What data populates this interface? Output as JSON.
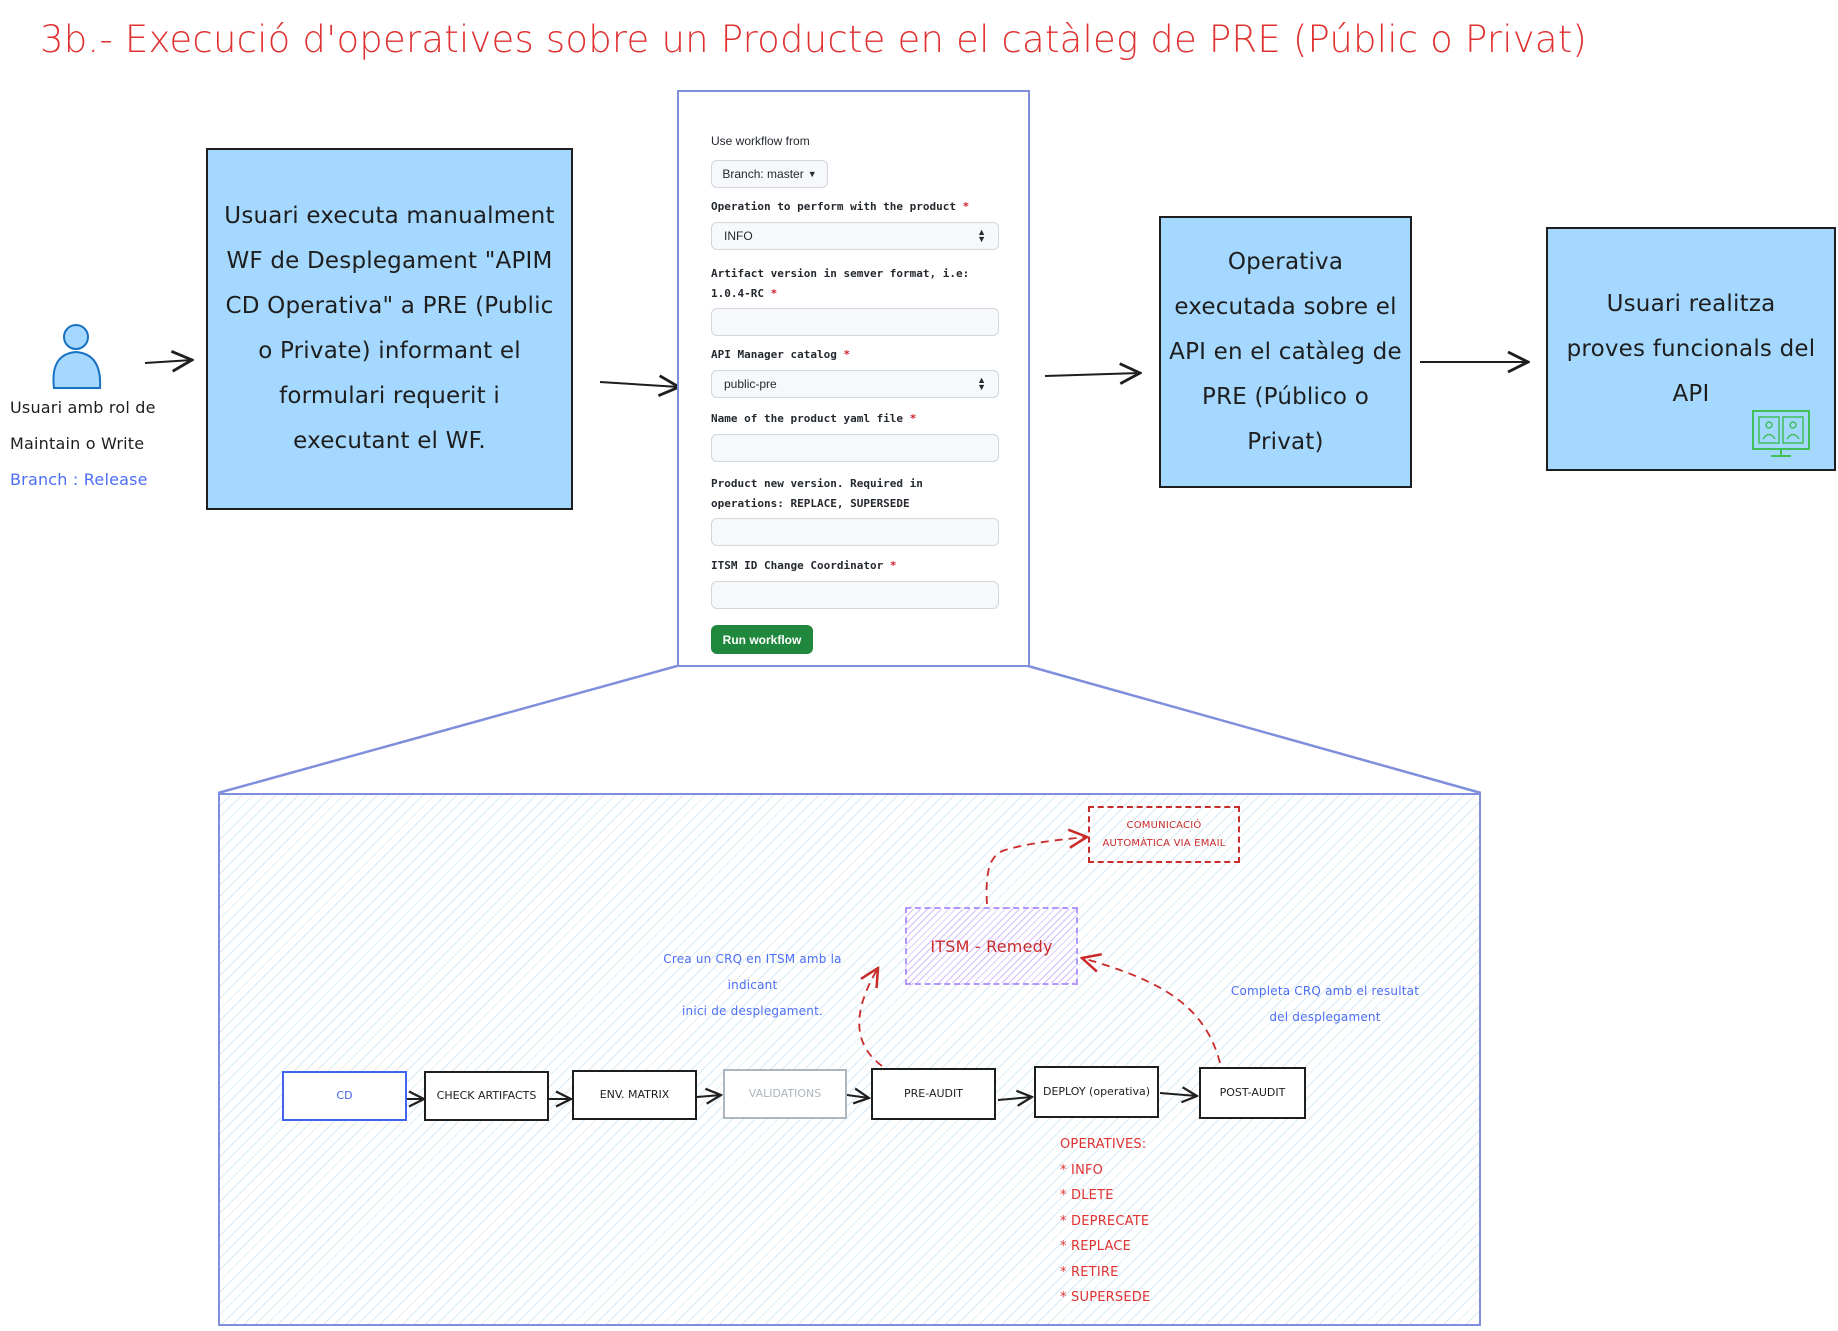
{
  "title": "3b.- Execució d'operatives sobre un Producte en el catàleg de PRE (Públic o Privat)",
  "user": {
    "icon": "user-icon",
    "role_line1": "Usuari amb rol de",
    "role_line2": "Maintain o Write",
    "branch": "Branch : Release"
  },
  "box1": {
    "text": "Usuari executa manualment WF de Desplegament \"APIM CD Operativa\" a PRE (Public o Private) informant el formulari requerit i executant el WF."
  },
  "form": {
    "use_workflow_from": "Use workflow from",
    "branch_button": "Branch: master",
    "operation_label": "Operation to perform with the product",
    "operation_value": "INFO",
    "artifact_label_1": "Artifact version in semver format, i.e:",
    "artifact_label_2": "1.0.4-RC",
    "catalog_label": "API Manager catalog",
    "catalog_value": "public-pre",
    "yaml_label": "Name of the product yaml file",
    "newversion_label_1": "Product new version. Required in",
    "newversion_label_2": "operations: REPLACE, SUPERSEDE",
    "itsm_label": "ITSM ID Change Coordinator",
    "required_mark": "*",
    "run_button": "Run workflow"
  },
  "box2": {
    "text": "Operativa executada sobre el API en el catàleg de PRE (Público o Privat)"
  },
  "box3": {
    "text": "Usuari realitza proves funcionals del API",
    "icon": "video-conference-icon"
  },
  "pipeline": {
    "steps": [
      {
        "label": "CD",
        "style": "active"
      },
      {
        "label": "CHECK ARTIFACTS",
        "style": "normal"
      },
      {
        "label": "ENV. MATRIX",
        "style": "normal"
      },
      {
        "label": "VALIDATIONS",
        "style": "muted"
      },
      {
        "label": "PRE-AUDIT",
        "style": "normal"
      },
      {
        "label": "DEPLOY (operativa)",
        "style": "normal"
      },
      {
        "label": "POST-AUDIT",
        "style": "normal"
      }
    ],
    "itsm": "ITSM - Remedy",
    "email": "COMUNICACIÓ AUTOMÀTICA VIA EMAIL",
    "note_left_1": "Crea un CRQ en ITSM amb la indicant",
    "note_left_2": "inici de desplegament.",
    "note_right_1": "Completa CRQ amb el resultat",
    "note_right_2": "del desplegament",
    "operatives_title": "OPERATIVES:",
    "operatives": [
      "* INFO",
      "* DLETE",
      "* DEPRECATE",
      "* REPLACE",
      "* RETIRE",
      "* SUPERSEDE"
    ]
  },
  "colors": {
    "title": "#e03131",
    "box_fill": "#a5d8ff",
    "frame": "#7f8fdb",
    "run_button": "#1f883d",
    "note_blue": "#4c6ef5"
  }
}
